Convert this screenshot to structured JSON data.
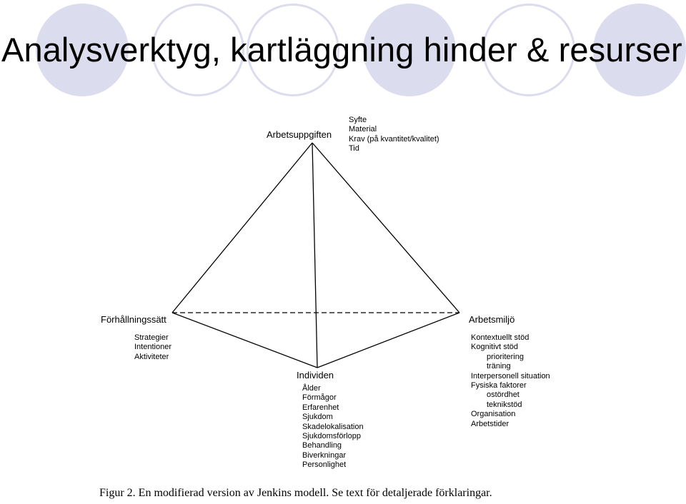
{
  "slide": {
    "title": "Analysverktyg, kartläggning hinder & resurser",
    "accent_color": "#dcdcef"
  },
  "diagram": {
    "top": {
      "label": "Arbetsuppgiften",
      "items": [
        "Syfte",
        "Material",
        "Krav (på kvantitet/kvalitet)",
        "Tid"
      ]
    },
    "left": {
      "label": "Förhållningssätt",
      "items": [
        "Strategier",
        "Intentioner",
        "Aktiviteter"
      ]
    },
    "right": {
      "label": "Arbetsmiljö",
      "items": [
        {
          "text": "Kontextuellt stöd",
          "level": 0
        },
        {
          "text": "Kognitivt stöd",
          "level": 0
        },
        {
          "text": "prioritering",
          "level": 1
        },
        {
          "text": "träning",
          "level": 1
        },
        {
          "text": "Interpersonell situation",
          "level": 0
        },
        {
          "text": "Fysiska faktorer",
          "level": 0
        },
        {
          "text": "ostördhet",
          "level": 1
        },
        {
          "text": "teknikstöd",
          "level": 1
        },
        {
          "text": "Organisation",
          "level": 0
        },
        {
          "text": "Arbetstider",
          "level": 0
        }
      ]
    },
    "bottom": {
      "label": "Individen",
      "items": [
        "Ålder",
        "Förmågor",
        "Erfarenhet",
        "Sjukdom",
        "Skadelokalisation",
        "Sjukdomsförlopp",
        "Behandling",
        "Biverkningar",
        "Personlighet"
      ]
    },
    "caption": "Figur 2. En modifierad version av Jenkins modell. Se text för detaljerade förklaringar."
  }
}
